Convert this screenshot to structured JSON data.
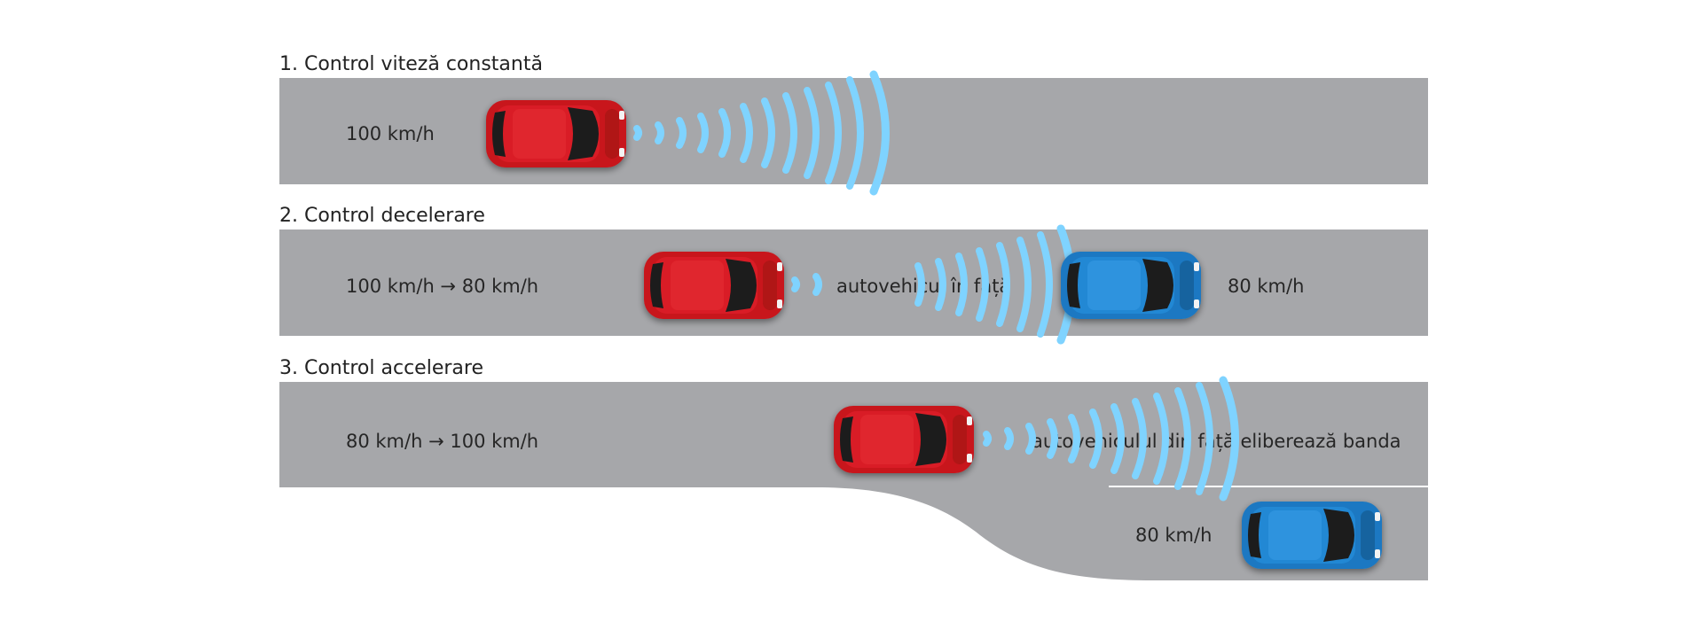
{
  "colors": {
    "road": "#a6a7aa",
    "wave": "#7fd3ff",
    "car_red": "#c8161d",
    "car_blue": "#1a78c2",
    "lane_line": "#ffffff"
  },
  "sections": [
    {
      "title": "1. Control viteză constantă",
      "speed": "100 km/h"
    },
    {
      "title": "2. Control decelerare",
      "speed": "100 km/h → 80 km/h",
      "note": "autovehicul în față",
      "lead_speed": "80 km/h"
    },
    {
      "title": "3. Control accelerare",
      "speed": "80 km/h → 100 km/h",
      "note": "autovehiculul din față eliberează banda",
      "lead_speed": "80 km/h"
    }
  ],
  "icons": {
    "ego_car": "red-car-top-view-icon",
    "lead_car": "blue-car-top-view-icon",
    "radar": "radar-wave-icon"
  }
}
